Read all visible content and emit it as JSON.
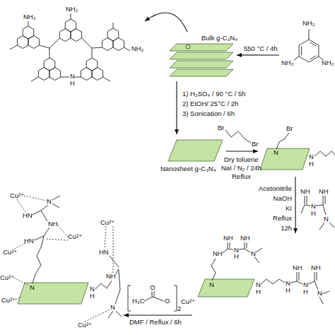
{
  "diagram": {
    "nodes": [
      {
        "text": [
          "NH₂",
          "NH₂",
          "NH₂",
          "N",
          "H"
        ]
      },
      {
        "text": [
          "Bulk g-C₃N₄"
        ]
      },
      {
        "text": [
          "NH₂",
          "NH₂",
          "NH₂"
        ]
      },
      {
        "text": [
          "Nanosheet g-C₃N₄"
        ]
      },
      {
        "text": [
          "Br",
          "N",
          "N",
          "H"
        ]
      },
      {
        "text": [
          "NH",
          "NH",
          "N",
          "H",
          "N"
        ]
      },
      {
        "text": [
          "N",
          "NH",
          "NH",
          "N",
          "H",
          "NH",
          "N",
          "N",
          "H",
          "N",
          "H",
          "NH",
          "N",
          "H",
          "NH",
          "N"
        ]
      },
      {
        "text": [
          "Cu²⁺",
          "N",
          "HN",
          "NH",
          "Cu²⁺",
          "Cu²⁺",
          "HN",
          "HN",
          "Cu²⁺",
          "NH",
          "Cu²⁺",
          "N",
          "N",
          "H",
          "Cu²⁺",
          "N",
          "Cu²⁺"
        ]
      }
    ],
    "edges": [
      {
        "from": 2,
        "to": 1,
        "arrow": "to",
        "label": "550 °C / 4h"
      },
      {
        "from": 1,
        "to": 0,
        "arrow": "to"
      },
      {
        "from": 1,
        "to": 3,
        "arrow": "to"
      },
      {
        "from": 3,
        "to": 4,
        "arrow": "to"
      },
      {
        "from": 4,
        "to": 6,
        "arrow": "to"
      },
      {
        "from": 6,
        "to": 7,
        "arrow": "to",
        "label": "DMF / Reflux / 6h"
      }
    ],
    "labels": [
      "1) H₂SO₄ / 90 °C / 5h",
      "2) EtOH/ 25°C / 2h",
      "3) Sonication / 6h",
      "Br",
      "Br",
      "Dry toluene",
      "NaI / N₂ / 24h",
      "Reflux",
      "Acetonitrile",
      "NaOH",
      "KI",
      "Reflux",
      "12h",
      "H₃C",
      "O",
      "O",
      "2",
      "Cu²⁺"
    ]
  }
}
